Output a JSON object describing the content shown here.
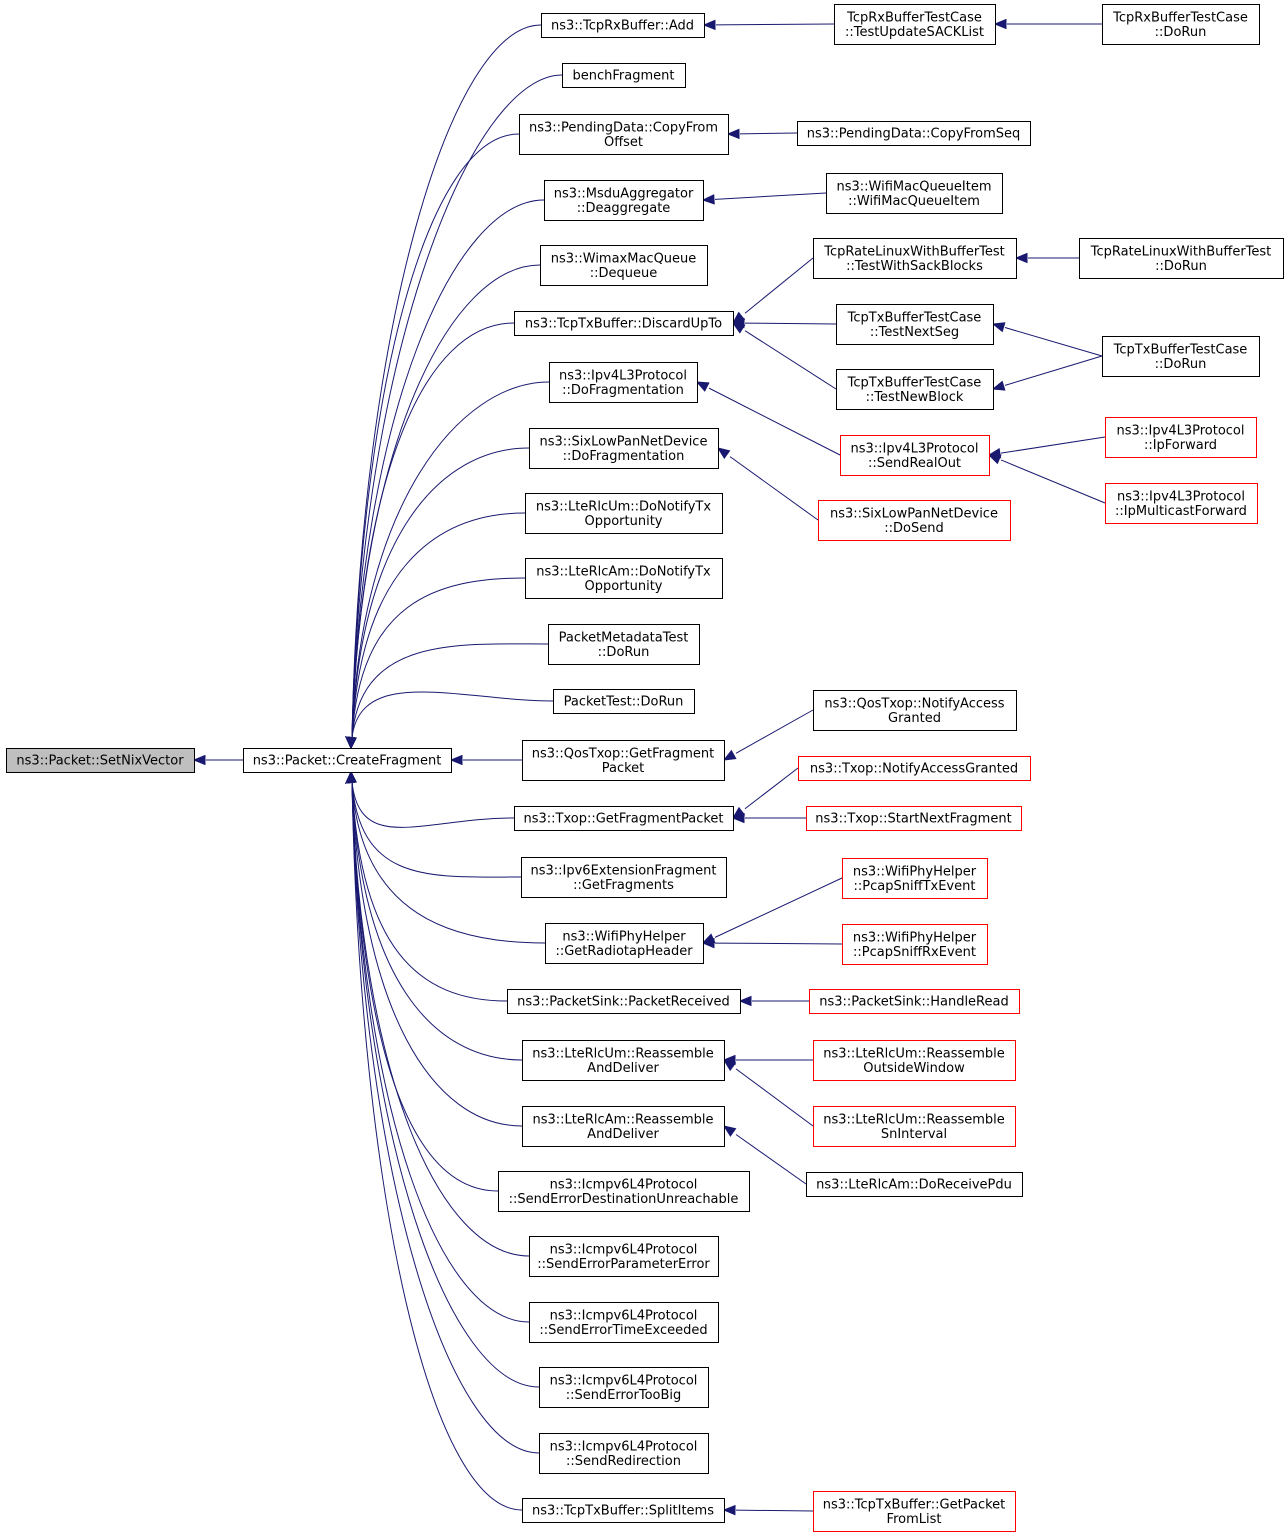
{
  "nodes": [
    {
      "id": "setnix",
      "lines": [
        "ns3::Packet::SetNixVector"
      ],
      "style": "root"
    },
    {
      "id": "createfrag",
      "lines": [
        "ns3::Packet::CreateFragment"
      ],
      "style": "black"
    },
    {
      "id": "tcprx_add",
      "lines": [
        "ns3::TcpRxBuffer::Add"
      ],
      "style": "black"
    },
    {
      "id": "benchfrag",
      "lines": [
        "benchFragment"
      ],
      "style": "black"
    },
    {
      "id": "pend_cfo",
      "lines": [
        "ns3::PendingData::CopyFrom",
        "Offset"
      ],
      "style": "black"
    },
    {
      "id": "msdu_deagg",
      "lines": [
        "ns3::MsduAggregator",
        "::Deaggregate"
      ],
      "style": "black"
    },
    {
      "id": "wimax_deq",
      "lines": [
        "ns3::WimaxMacQueue",
        "::Dequeue"
      ],
      "style": "black"
    },
    {
      "id": "tcptx_discard",
      "lines": [
        "ns3::TcpTxBuffer::DiscardUpTo"
      ],
      "style": "black"
    },
    {
      "id": "ipv4_dofrag",
      "lines": [
        "ns3::Ipv4L3Protocol",
        "::DoFragmentation"
      ],
      "style": "black"
    },
    {
      "id": "sixlow_dofrag",
      "lines": [
        "ns3::SixLowPanNetDevice",
        "::DoFragmentation"
      ],
      "style": "black"
    },
    {
      "id": "rlcum_notify",
      "lines": [
        "ns3::LteRlcUm::DoNotifyTx",
        "Opportunity"
      ],
      "style": "black"
    },
    {
      "id": "rlcam_notify",
      "lines": [
        "ns3::LteRlcAm::DoNotifyTx",
        "Opportunity"
      ],
      "style": "black"
    },
    {
      "id": "pmeta_dorun",
      "lines": [
        "PacketMetadataTest",
        "::DoRun"
      ],
      "style": "black"
    },
    {
      "id": "ptest_dorun",
      "lines": [
        "PacketTest::DoRun"
      ],
      "style": "black"
    },
    {
      "id": "qos_getfrag",
      "lines": [
        "ns3::QosTxop::GetFragment",
        "Packet"
      ],
      "style": "black"
    },
    {
      "id": "txop_getfrag",
      "lines": [
        "ns3::Txop::GetFragmentPacket"
      ],
      "style": "black"
    },
    {
      "id": "ipv6ext_getfrags",
      "lines": [
        "ns3::Ipv6ExtensionFragment",
        "::GetFragments"
      ],
      "style": "black"
    },
    {
      "id": "wifiphy_radiotap",
      "lines": [
        "ns3::WifiPhyHelper",
        "::GetRadiotapHeader"
      ],
      "style": "black"
    },
    {
      "id": "psink_recv",
      "lines": [
        "ns3::PacketSink::PacketReceived"
      ],
      "style": "black"
    },
    {
      "id": "rlcum_reasm",
      "lines": [
        "ns3::LteRlcUm::Reassemble",
        "AndDeliver"
      ],
      "style": "black"
    },
    {
      "id": "rlcam_reasm",
      "lines": [
        "ns3::LteRlcAm::Reassemble",
        "AndDeliver"
      ],
      "style": "black"
    },
    {
      "id": "icmp_destunr",
      "lines": [
        "ns3::Icmpv6L4Protocol",
        "::SendErrorDestinationUnreachable"
      ],
      "style": "black"
    },
    {
      "id": "icmp_param",
      "lines": [
        "ns3::Icmpv6L4Protocol",
        "::SendErrorParameterError"
      ],
      "style": "black"
    },
    {
      "id": "icmp_time",
      "lines": [
        "ns3::Icmpv6L4Protocol",
        "::SendErrorTimeExceeded"
      ],
      "style": "black"
    },
    {
      "id": "icmp_toobig",
      "lines": [
        "ns3::Icmpv6L4Protocol",
        "::SendErrorTooBig"
      ],
      "style": "black"
    },
    {
      "id": "icmp_redir",
      "lines": [
        "ns3::Icmpv6L4Protocol",
        "::SendRedirection"
      ],
      "style": "black"
    },
    {
      "id": "tcptx_split",
      "lines": [
        "ns3::TcpTxBuffer::SplitItems"
      ],
      "style": "black"
    },
    {
      "id": "rxtc_sack",
      "lines": [
        "TcpRxBufferTestCase",
        "::TestUpdateSACKList"
      ],
      "style": "black"
    },
    {
      "id": "pend_cfs",
      "lines": [
        "ns3::PendingData::CopyFromSeq"
      ],
      "style": "black"
    },
    {
      "id": "wmqi",
      "lines": [
        "ns3::WifiMacQueueItem",
        "::WifiMacQueueItem"
      ],
      "style": "black"
    },
    {
      "id": "ratelinux_sack",
      "lines": [
        "TcpRateLinuxWithBufferTest",
        "::TestWithSackBlocks"
      ],
      "style": "black"
    },
    {
      "id": "txtc_nextseg",
      "lines": [
        "TcpTxBufferTestCase",
        "::TestNextSeg"
      ],
      "style": "black"
    },
    {
      "id": "txtc_newblock",
      "lines": [
        "TcpTxBufferTestCase",
        "::TestNewBlock"
      ],
      "style": "black"
    },
    {
      "id": "ipv4_sendreal",
      "lines": [
        "ns3::Ipv4L3Protocol",
        "::SendRealOut"
      ],
      "style": "red"
    },
    {
      "id": "sixlow_dosend",
      "lines": [
        "ns3::SixLowPanNetDevice",
        "::DoSend"
      ],
      "style": "red"
    },
    {
      "id": "qos_notify",
      "lines": [
        "ns3::QosTxop::NotifyAccess",
        "Granted"
      ],
      "style": "black"
    },
    {
      "id": "txop_notify",
      "lines": [
        "ns3::Txop::NotifyAccessGranted"
      ],
      "style": "red"
    },
    {
      "id": "txop_startnext",
      "lines": [
        "ns3::Txop::StartNextFragment"
      ],
      "style": "red"
    },
    {
      "id": "wifiphy_tx",
      "lines": [
        "ns3::WifiPhyHelper",
        "::PcapSniffTxEvent"
      ],
      "style": "red"
    },
    {
      "id": "wifiphy_rx",
      "lines": [
        "ns3::WifiPhyHelper",
        "::PcapSniffRxEvent"
      ],
      "style": "red"
    },
    {
      "id": "psink_handle",
      "lines": [
        "ns3::PacketSink::HandleRead"
      ],
      "style": "red"
    },
    {
      "id": "rlcum_outside",
      "lines": [
        "ns3::LteRlcUm::Reassemble",
        "OutsideWindow"
      ],
      "style": "red"
    },
    {
      "id": "rlcum_sninterval",
      "lines": [
        "ns3::LteRlcUm::Reassemble",
        "SnInterval"
      ],
      "style": "red"
    },
    {
      "id": "rlcam_recvpdu",
      "lines": [
        "ns3::LteRlcAm::DoReceivePdu"
      ],
      "style": "black"
    },
    {
      "id": "tcptx_getpkt",
      "lines": [
        "ns3::TcpTxBuffer::GetPacket",
        "FromList"
      ],
      "style": "red"
    },
    {
      "id": "rxtc_dorun",
      "lines": [
        "TcpRxBufferTestCase",
        "::DoRun"
      ],
      "style": "black"
    },
    {
      "id": "ratelinux_dorun",
      "lines": [
        "TcpRateLinuxWithBufferTest",
        "::DoRun"
      ],
      "style": "black"
    },
    {
      "id": "txtc_dorun",
      "lines": [
        "TcpTxBufferTestCase",
        "::DoRun"
      ],
      "style": "black"
    },
    {
      "id": "ipv4_ipfwd",
      "lines": [
        "ns3::Ipv4L3Protocol",
        "::IpForward"
      ],
      "style": "red"
    },
    {
      "id": "ipv4_ipmcast",
      "lines": [
        "ns3::Ipv4L3Protocol",
        "::IpMulticastForward"
      ],
      "style": "red"
    }
  ],
  "edges": [
    {
      "from": "createfrag",
      "to": "setnix"
    },
    {
      "from": "tcprx_add",
      "to": "createfrag"
    },
    {
      "from": "benchfrag",
      "to": "createfrag"
    },
    {
      "from": "pend_cfo",
      "to": "createfrag"
    },
    {
      "from": "msdu_deagg",
      "to": "createfrag"
    },
    {
      "from": "wimax_deq",
      "to": "createfrag"
    },
    {
      "from": "tcptx_discard",
      "to": "createfrag"
    },
    {
      "from": "ipv4_dofrag",
      "to": "createfrag"
    },
    {
      "from": "sixlow_dofrag",
      "to": "createfrag"
    },
    {
      "from": "rlcum_notify",
      "to": "createfrag"
    },
    {
      "from": "rlcam_notify",
      "to": "createfrag"
    },
    {
      "from": "pmeta_dorun",
      "to": "createfrag"
    },
    {
      "from": "ptest_dorun",
      "to": "createfrag"
    },
    {
      "from": "qos_getfrag",
      "to": "createfrag"
    },
    {
      "from": "txop_getfrag",
      "to": "createfrag"
    },
    {
      "from": "ipv6ext_getfrags",
      "to": "createfrag"
    },
    {
      "from": "wifiphy_radiotap",
      "to": "createfrag"
    },
    {
      "from": "psink_recv",
      "to": "createfrag"
    },
    {
      "from": "rlcum_reasm",
      "to": "createfrag"
    },
    {
      "from": "rlcam_reasm",
      "to": "createfrag"
    },
    {
      "from": "icmp_destunr",
      "to": "createfrag"
    },
    {
      "from": "icmp_param",
      "to": "createfrag"
    },
    {
      "from": "icmp_time",
      "to": "createfrag"
    },
    {
      "from": "icmp_toobig",
      "to": "createfrag"
    },
    {
      "from": "icmp_redir",
      "to": "createfrag"
    },
    {
      "from": "tcptx_split",
      "to": "createfrag"
    },
    {
      "from": "rxtc_sack",
      "to": "tcprx_add"
    },
    {
      "from": "pend_cfs",
      "to": "pend_cfo"
    },
    {
      "from": "wmqi",
      "to": "msdu_deagg"
    },
    {
      "from": "ratelinux_sack",
      "to": "tcptx_discard"
    },
    {
      "from": "txtc_nextseg",
      "to": "tcptx_discard"
    },
    {
      "from": "txtc_newblock",
      "to": "tcptx_discard"
    },
    {
      "from": "ipv4_sendreal",
      "to": "ipv4_dofrag"
    },
    {
      "from": "sixlow_dosend",
      "to": "sixlow_dofrag"
    },
    {
      "from": "qos_notify",
      "to": "qos_getfrag"
    },
    {
      "from": "txop_notify",
      "to": "txop_getfrag"
    },
    {
      "from": "txop_startnext",
      "to": "txop_getfrag"
    },
    {
      "from": "wifiphy_tx",
      "to": "wifiphy_radiotap"
    },
    {
      "from": "wifiphy_rx",
      "to": "wifiphy_radiotap"
    },
    {
      "from": "psink_handle",
      "to": "psink_recv"
    },
    {
      "from": "rlcum_outside",
      "to": "rlcum_reasm"
    },
    {
      "from": "rlcum_sninterval",
      "to": "rlcum_reasm"
    },
    {
      "from": "rlcam_recvpdu",
      "to": "rlcam_reasm"
    },
    {
      "from": "tcptx_getpkt",
      "to": "tcptx_split"
    },
    {
      "from": "rxtc_dorun",
      "to": "rxtc_sack"
    },
    {
      "from": "ratelinux_dorun",
      "to": "ratelinux_sack"
    },
    {
      "from": "txtc_dorun",
      "to": "txtc_nextseg"
    },
    {
      "from": "txtc_dorun",
      "to": "txtc_newblock"
    },
    {
      "from": "ipv4_ipfwd",
      "to": "ipv4_sendreal"
    },
    {
      "from": "ipv4_ipmcast",
      "to": "ipv4_sendreal"
    }
  ],
  "colors": {
    "edge": "#191970",
    "root_fill": "#bfbfbf",
    "external_border": "#ff0000",
    "border": "#000000"
  }
}
